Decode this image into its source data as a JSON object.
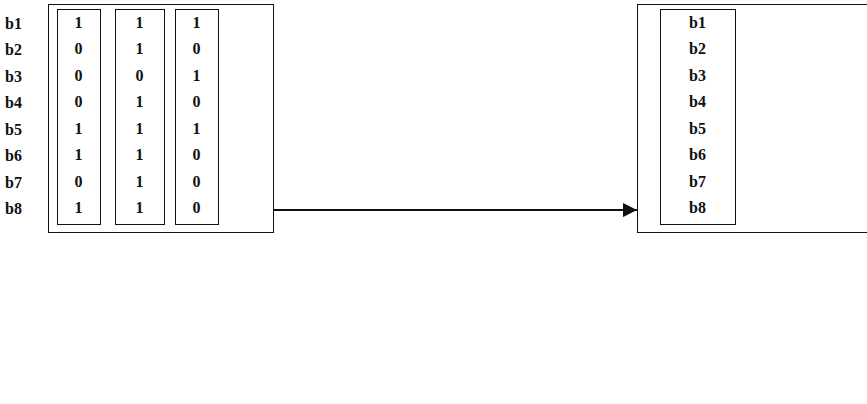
{
  "diagram": {
    "nodes": [
      {
        "text": []
      },
      {
        "text": [
          "1",
          "0",
          "0",
          "0",
          "1",
          "1",
          "0",
          "1"
        ],
        "in": 0
      },
      {
        "text": [
          "1",
          "1",
          "0",
          "1",
          "1",
          "1",
          "1",
          "1"
        ],
        "in": 0
      },
      {
        "text": [
          "1",
          "0",
          "1",
          "0",
          "1",
          "0",
          "0",
          "0"
        ],
        "in": 0
      },
      {
        "text": []
      },
      {
        "text": [
          "b1",
          "b2",
          "b3",
          "b4",
          "b5",
          "b6",
          "b7",
          "b8"
        ],
        "in": 4
      }
    ],
    "edges": [
      {
        "from": 0,
        "to": 4,
        "arrow": "to"
      }
    ],
    "labels": [
      "b1",
      "b2",
      "b3",
      "b4",
      "b5",
      "b6",
      "b7",
      "b8"
    ]
  }
}
